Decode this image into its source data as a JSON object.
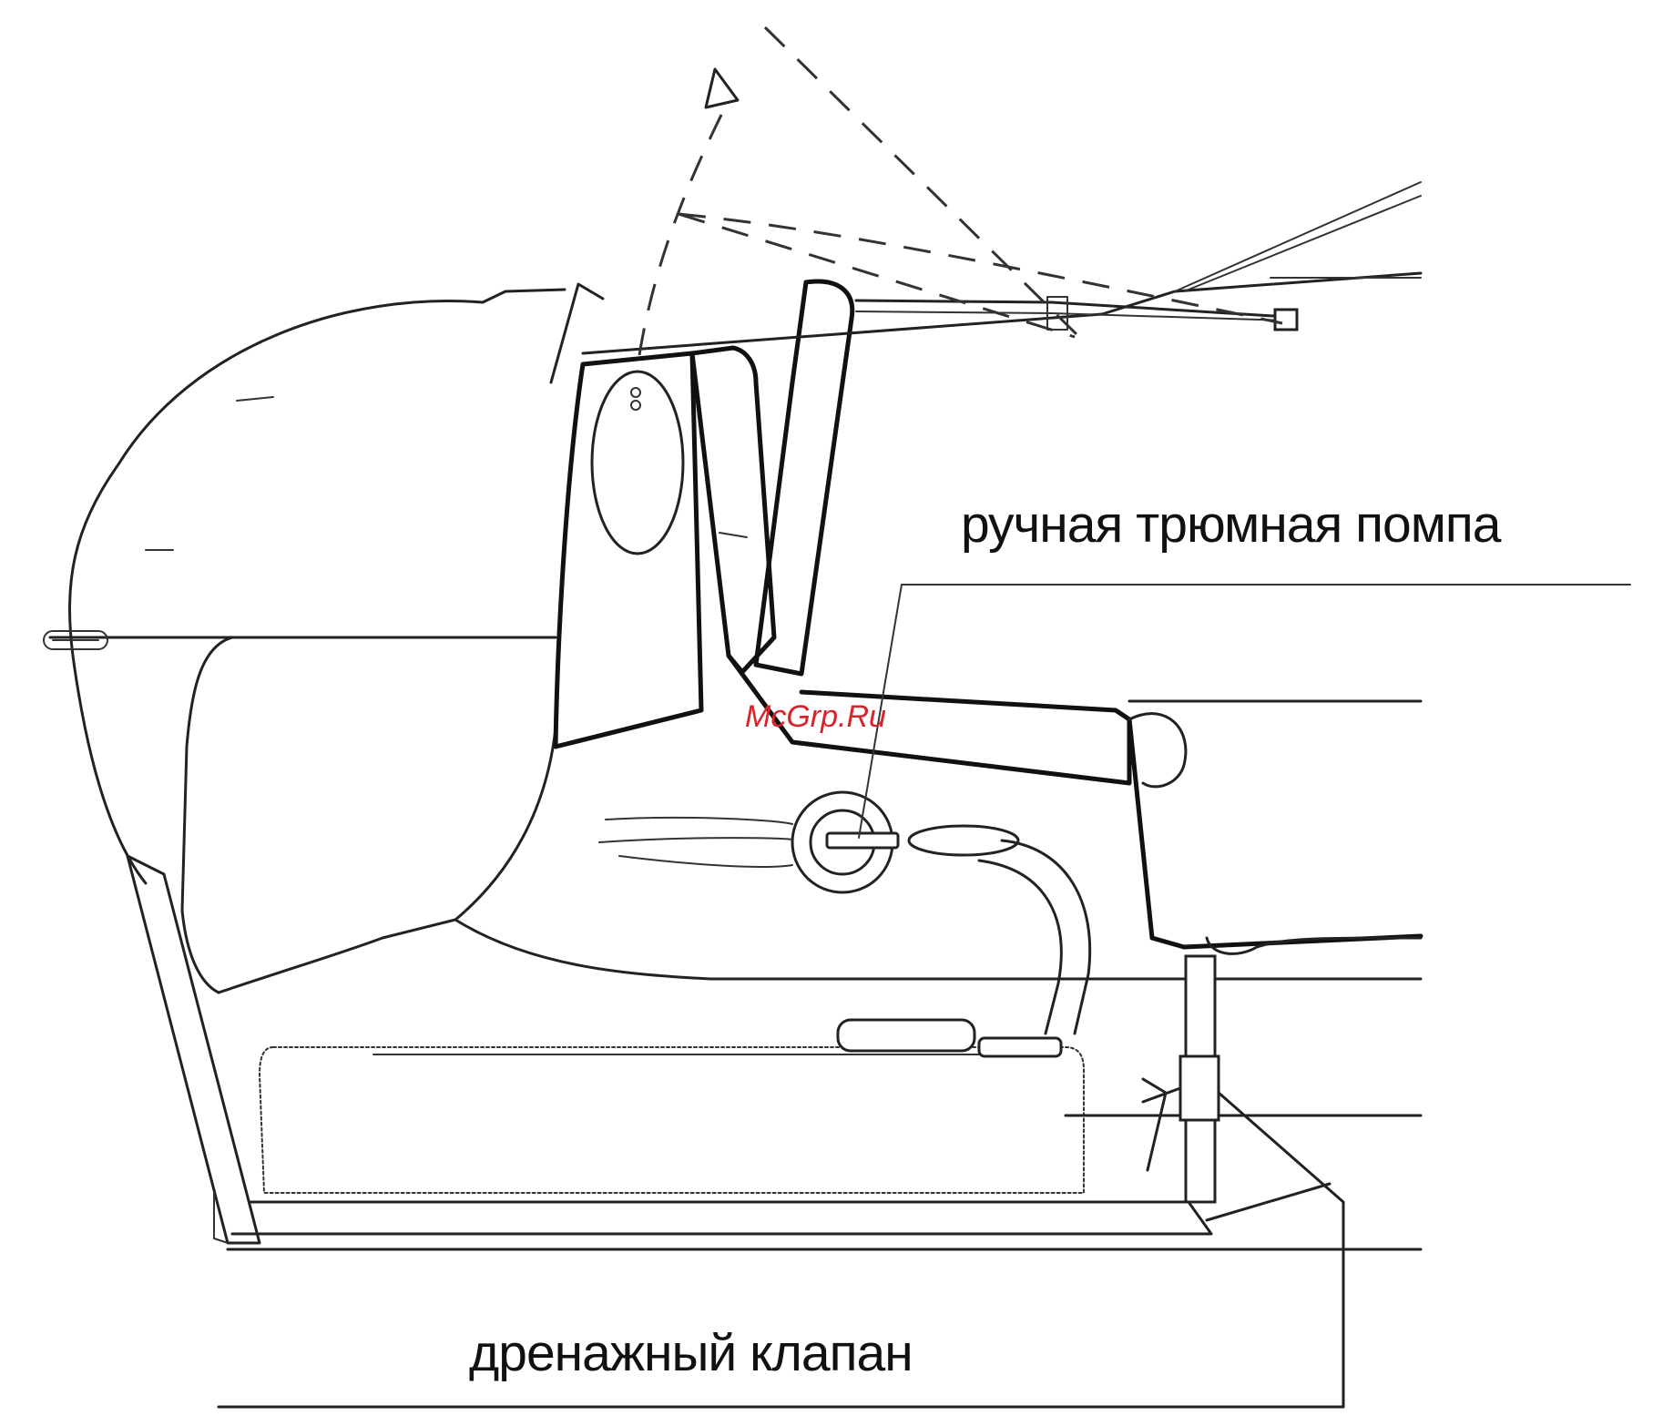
{
  "labels": {
    "bilge_pump": "ручная трюмная помпа",
    "drain_valve": "дренажный клапан"
  },
  "watermark": "McGrp.Ru",
  "colors": {
    "line": "#222222",
    "watermark": "#d7232a",
    "background": "#ffffff"
  }
}
